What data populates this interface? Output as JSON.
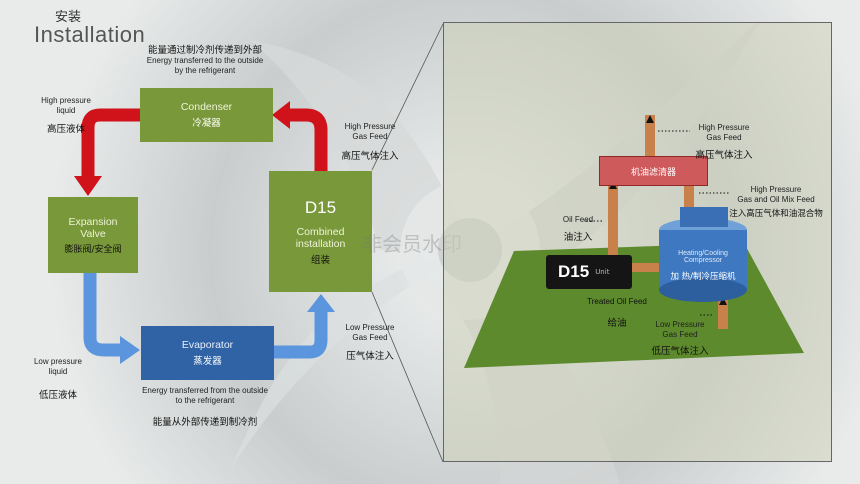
{
  "header": {
    "title_cn": "安装",
    "title_en": "Installation"
  },
  "top_note": {
    "cn": "能量通过制冷剂传递到外部",
    "en_line1": "Energy transferred to the outside",
    "en_line2": "by the refrigerant"
  },
  "bottom_note": {
    "en_line1": "Energy transferred from the outside",
    "en_line2": "to the refrigerant",
    "cn": "能量从外部传递到制冷剂"
  },
  "condenser": {
    "en": "Condenser",
    "cn": "冷凝器"
  },
  "expansion_valve": {
    "en_line1": "Expansion",
    "en_line2": "Valve",
    "cn": "膨胀阀/安全阀"
  },
  "evaporator": {
    "en": "Evaporator",
    "cn": "蒸发器"
  },
  "d15": {
    "title": "D15",
    "en_line1": "Combined",
    "en_line2": "installation",
    "cn": "组装"
  },
  "labels": {
    "hp_liquid_en_1": "High pressure",
    "hp_liquid_en_2": "liquid",
    "hp_liquid_cn": "高压液体",
    "lp_liquid_en_1": "Low pressure",
    "lp_liquid_en_2": "liquid",
    "lp_liquid_cn": "低压液体",
    "hp_gas_en_1": "High Pressure",
    "hp_gas_en_2": "Gas Feed",
    "hp_gas_cn": "高压气体注入",
    "lp_gas_en_1": "Low Pressure",
    "lp_gas_en_2": "Gas Feed",
    "lp_gas_cn": "压气体注入"
  },
  "watermark": "非会员水印",
  "inset": {
    "filter_cn": "机油滤清器",
    "hp_gas_en_1": "High Pressure",
    "hp_gas_en_2": "Gas Feed",
    "hp_gas_cn": "高压气体注入",
    "mix_en_1": "High Pressure",
    "mix_en_2": "Gas and Oil Mix Feed",
    "mix_cn": "注入高压气体和油混合物",
    "oil_feed_en": "Oil Feed",
    "oil_feed_cn": "油注入",
    "unit_title": "D15",
    "unit_sub": "Unit",
    "compressor_en_1": "Heating/Cooling",
    "compressor_en_2": "Compressor",
    "compressor_cn": "加 热/制冷压缩机",
    "treated_oil_en": "Treated Oil Feed",
    "treated_oil_cn": "给油",
    "lp_gas_en_1": "Low Pressure",
    "lp_gas_en_2": "Gas Feed",
    "lp_gas_cn": "低压气体注入"
  },
  "colors": {
    "green": "#79983a",
    "blue": "#2f63a6",
    "red_arrow": "#d0121b",
    "blue_arrow": "#5a95dd"
  }
}
